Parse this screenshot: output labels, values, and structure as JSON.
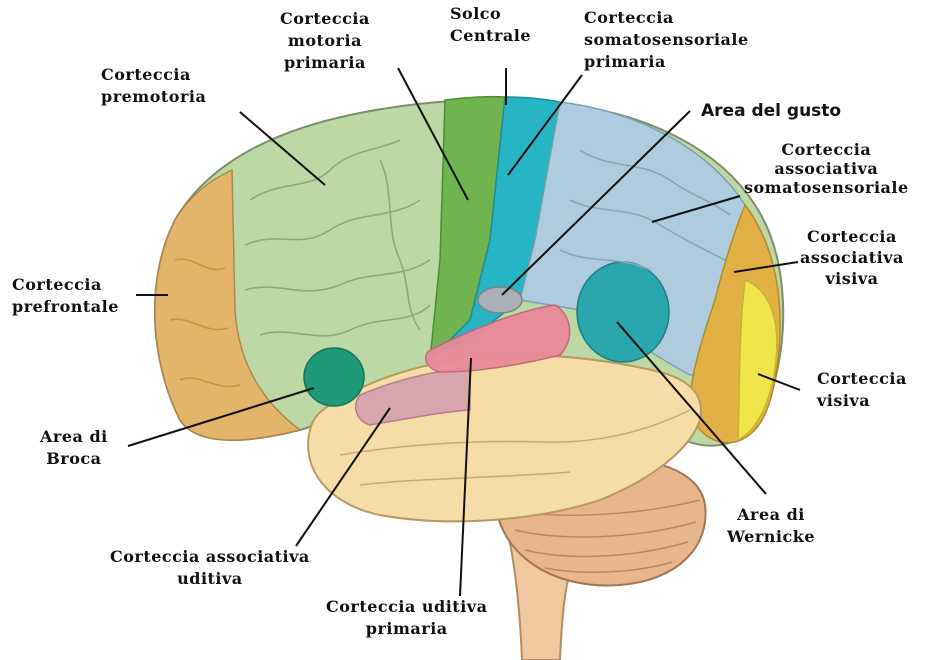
{
  "labels": {
    "motoria": [
      "Corteccia",
      "motoria",
      "primaria"
    ],
    "solco": [
      "Solco",
      "Centrale"
    ],
    "somato": [
      "Corteccia",
      "somatosensoriale",
      "primaria"
    ],
    "premotoria": [
      "Corteccia",
      "premotoria"
    ],
    "gusto": [
      "Area del gusto"
    ],
    "assoc_somato": [
      "Corteccia",
      "associativa",
      "somatosensoriale"
    ],
    "assoc_visiva": [
      "Corteccia",
      "associativa",
      "visiva"
    ],
    "prefrontale": [
      "Corteccia",
      "prefrontale"
    ],
    "visiva": [
      "Corteccia",
      "visiva"
    ],
    "broca": [
      "Area di",
      "Broca"
    ],
    "wernicke": [
      "Area di",
      "Wernicke"
    ],
    "assoc_uditiva": [
      "Corteccia associativa",
      "uditiva"
    ],
    "uditiva": [
      "Corteccia uditiva",
      "primaria"
    ]
  },
  "colors": {
    "prefrontal": "#e2b56a",
    "premotor": "#bcd8a4",
    "motor": "#6fb44e",
    "somatosensory": "#27b4c4",
    "assoc_somatosensory": "#aeccdd",
    "temporal": "#f6dca6",
    "auditory_primary": "#e98a99",
    "auditory_assoc": "#d6a3ae",
    "wernicke": "#2aa6ad",
    "broca": "#1f9a78",
    "visual_assoc": "#e2b146",
    "visual": "#f2e54c",
    "cerebellum": "#e8b68c",
    "taste": "#a9b1b6"
  }
}
